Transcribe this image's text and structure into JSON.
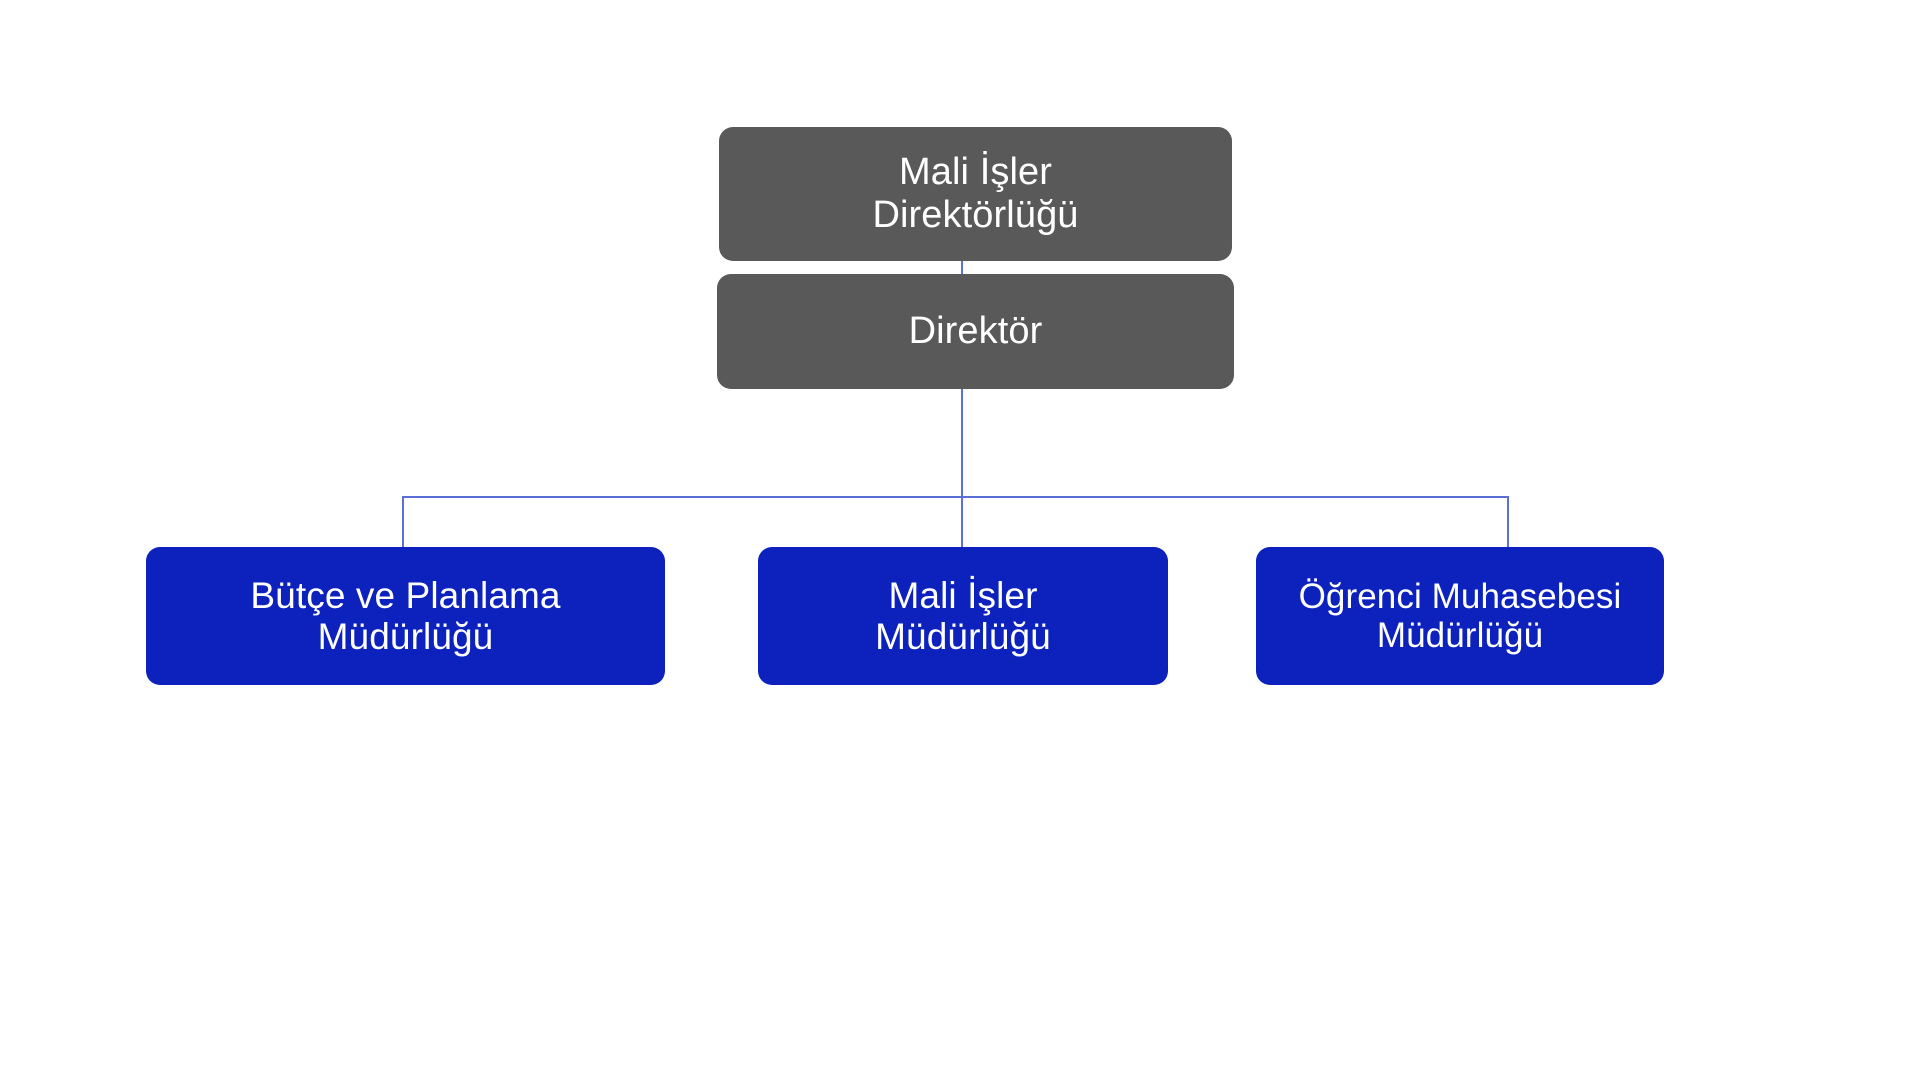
{
  "diagram": {
    "type": "organization-chart",
    "orientation": "top-down",
    "background_color": "#ffffff",
    "connector_color": "#5b6fd6",
    "nodes": [
      {
        "id": "mali-isler-direktorlugu",
        "label": "Mali İşler\nDirektörlüğü",
        "level": 0,
        "fill_color": "#595959",
        "text_color": "#ffffff"
      },
      {
        "id": "direktor",
        "label": "Direktör",
        "level": 1,
        "fill_color": "#595959",
        "text_color": "#ffffff"
      },
      {
        "id": "butce-ve-planlama",
        "label": "Bütçe ve Planlama\nMüdürlüğü",
        "level": 2,
        "fill_color": "#0d22bd",
        "text_color": "#ffffff"
      },
      {
        "id": "mali-isler-mudurlugu",
        "label": "Mali İşler\nMüdürlüğü",
        "level": 2,
        "fill_color": "#0d22bd",
        "text_color": "#ffffff"
      },
      {
        "id": "ogrenci-muhasebesi",
        "label": "Öğrenci Muhasebesi\nMüdürlüğü",
        "level": 2,
        "fill_color": "#0d22bd",
        "text_color": "#ffffff"
      }
    ],
    "edges": [
      {
        "from": "mali-isler-direktorlugu",
        "to": "direktor"
      },
      {
        "from": "direktor",
        "to": "butce-ve-planlama"
      },
      {
        "from": "direktor",
        "to": "mali-isler-mudurlugu"
      },
      {
        "from": "direktor",
        "to": "ogrenci-muhasebesi"
      }
    ]
  }
}
